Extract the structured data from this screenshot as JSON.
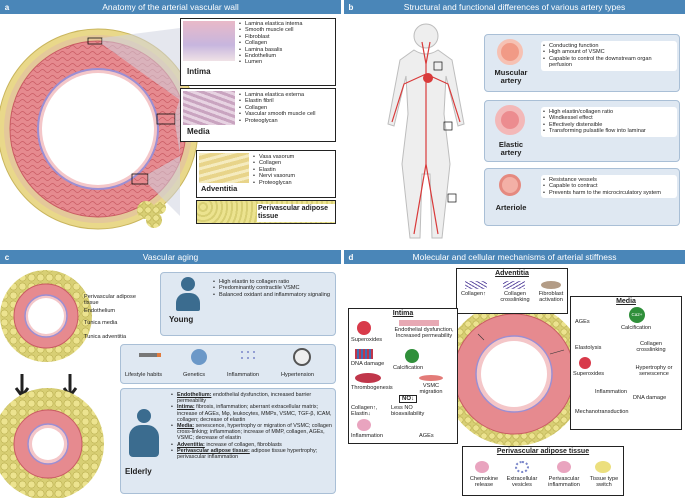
{
  "panels": {
    "a": {
      "letter": "a",
      "title": "Anatomy of the arterial vascular wall",
      "intima": {
        "title": "Intima",
        "items": [
          "Lamina elastica interna",
          "Smooth muscle cell",
          "Fibroblast",
          "Collagen",
          "Lamina basalis",
          "Endothelium",
          "Lumen"
        ]
      },
      "media": {
        "title": "Media",
        "items": [
          "Lamina elastica externa",
          "Elastin fibril",
          "Collagen",
          "Vascular smooth muscle cell",
          "Proteoglycan"
        ]
      },
      "adventitia": {
        "title": "Adventitia",
        "items": [
          "Vasa vasorum",
          "Collagen",
          "Elastin",
          "Nervi vasorum",
          "Proteoglycan"
        ]
      },
      "pvat": {
        "title": "Perivascular adipose tissue"
      }
    },
    "b": {
      "letter": "b",
      "title": "Structural and functional differences of various artery types",
      "muscular": {
        "name": "Muscular artery",
        "items": [
          "Conducting function",
          "High amount of VSMC",
          "Capable to control the downstream organ perfusion"
        ]
      },
      "elastic": {
        "name": "Elastic artery",
        "items": [
          "High elastin/collagen ratio",
          "Windkessel effect",
          "Effectively distensible",
          "Transforming pulsatile flow into laminar"
        ]
      },
      "arteriole": {
        "name": "Arteriole",
        "items": [
          "Resistance vessels",
          "Capable to contract",
          "Prevents harm to the microcirculatory system"
        ]
      }
    },
    "c": {
      "letter": "c",
      "title": "Vascular aging",
      "labels": [
        "Perivascular adipose tissue",
        "Endothelium",
        "Tunica media",
        "Tunica adventitia"
      ],
      "young": {
        "name": "Young",
        "items": [
          "High elastin to collagen ratio",
          "Predominantly contractile VSMC",
          "Balanced oxidant and inflammatory signaling"
        ]
      },
      "factors": [
        "Lifestyle habits",
        "Genetics",
        "Inflammation",
        "Hypertension"
      ],
      "elderly": {
        "name": "Elderly",
        "items": [
          {
            "head": "Endothelium:",
            "text": " endothelial dysfunction, increased barrier permeability"
          },
          {
            "head": "Intima:",
            "text": " fibrosis, inflammation; aberrant extracellular matrix; increase of AGEs, Mφ, leukocytes, MMPs, VSMC, TGF-β, ICAM, collagen; decrease of elastin"
          },
          {
            "head": "Media:",
            "text": " senescence, hypertrophy or migration of VSMC; collagen cross-linking; inflammation; increase of MMP, collagen, AGEs, VSMC; decrease of elastin"
          },
          {
            "head": "Adventitia:",
            "text": " increase of collagen, fibroblasts"
          },
          {
            "head": "Perivascular adipose tissue:",
            "text": " adipose tissue hypertrophy; perivascular inflammation"
          }
        ]
      }
    },
    "d": {
      "letter": "d",
      "title": "Molecular and cellular mechanisms of arterial stiffness",
      "adventitia": {
        "title": "Adventitia",
        "items": [
          "Collagen↑",
          "Collagen crosslinking",
          "Fibroblast activation"
        ]
      },
      "intima": {
        "title": "Intima",
        "items": [
          "Superoxides",
          "Endothelial dysfunction, Increased permeability",
          "DNA damage",
          "Calcification",
          "Thrombogenesis",
          "VSMC migration",
          "Collagen↑, Elastin↓",
          "Less NO bioavailability",
          "Inflammation",
          "AGEs"
        ],
        "no_badge": "NO↓"
      },
      "media": {
        "title": "Media",
        "items": [
          "AGEs",
          "Calcification",
          "Elastolysis",
          "Collagen crosslinking",
          "Superoxides",
          "Hypertrophy or senescence",
          "Inflammation",
          "DNA damage",
          "Mechanotransduction"
        ]
      },
      "pvat": {
        "title": "Perivascular adipose tissue",
        "items": [
          "Chemokine release",
          "Extracellular vesicles",
          "Perivascular inflammation",
          "Tissue type switch"
        ]
      },
      "ca_badge": "Ca2+"
    }
  },
  "colors": {
    "header": "#4a86b8",
    "wall": "#e68a8f",
    "wall_dark": "#c95b63",
    "adipose": "#d8cf74",
    "panel_bg": "#dfe8f2"
  }
}
